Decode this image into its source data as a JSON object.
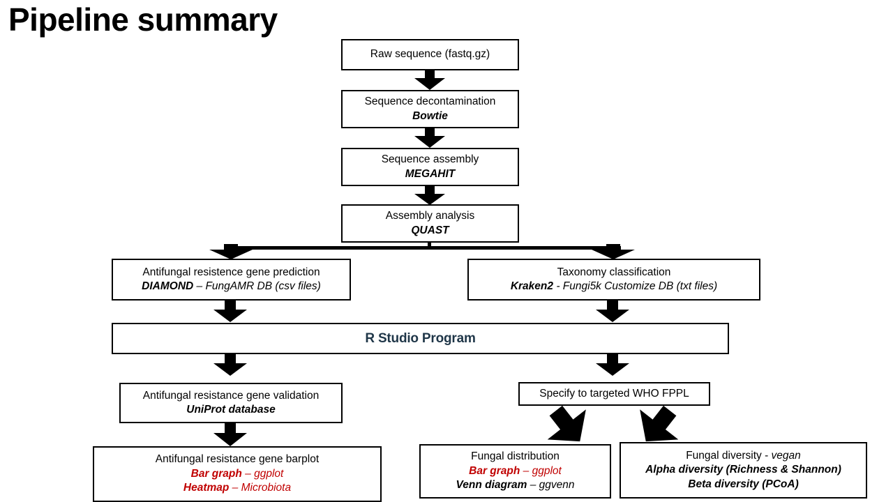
{
  "slide": {
    "title": "Pipeline summary",
    "background": "#ffffff",
    "accent_navy": "#1F3648",
    "accent_red": "#C00000"
  },
  "nodes": {
    "raw_sequence": {
      "line1": "Raw sequence (fastq.gz)"
    },
    "decontamination": {
      "line1": "Sequence decontamination",
      "line2": "Bowtie"
    },
    "assembly": {
      "line1": "Sequence assembly",
      "line2": "MEGAHIT"
    },
    "assembly_analysis": {
      "line1": "Assembly analysis",
      "line2": "QUAST"
    },
    "amr_prediction": {
      "line1": "Antifungal resistence gene prediction",
      "line2_tool": "DIAMOND",
      "line2_rest": " – FungAMR DB (csv files)"
    },
    "taxonomy": {
      "line1": "Taxonomy classification",
      "line2_tool": "Kraken2",
      "line2_rest": " - Fungi5k Customize DB (txt files)"
    },
    "rstudio": {
      "line1": "R Studio Program"
    },
    "amr_validation": {
      "line1": "Antifungal resistance gene validation",
      "line2": "UniProt database"
    },
    "who_fppl": {
      "line1": "Specify to targeted WHO FPPL"
    },
    "amr_barplot": {
      "line1": "Antifungal resistance gene barplot",
      "line2_label": "Bar graph",
      "line2_rest": " – ggplot",
      "line3_label": "Heatmap",
      "line3_rest": " – Microbiota"
    },
    "fungal_distribution": {
      "line1": "Fungal distribution",
      "line2_label": "Bar graph",
      "line2_rest": " – ggplot",
      "line3_label": "Venn diagram",
      "line3_rest": " – ggvenn"
    },
    "fungal_diversity": {
      "line1_prefix": "Fungal diversity - ",
      "line1_tool": "vegan",
      "line2": "Alpha diversity (Richness & Shannon)",
      "line3": "Beta diversity (PCoA)"
    }
  },
  "arrows": {
    "raw_to_decon": "down-arrow-icon",
    "decon_to_assembly": "down-arrow-icon",
    "assembly_to_quast": "down-arrow-icon",
    "quast_split_left": "down-arrow-icon",
    "quast_split_right": "down-arrow-icon",
    "amr_to_rstudio": "down-arrow-icon",
    "taxonomy_to_rstudio": "down-arrow-icon",
    "rstudio_to_validation": "down-arrow-icon",
    "rstudio_to_who": "down-arrow-icon",
    "validation_to_barplot": "down-arrow-icon",
    "who_to_distribution": "down-left-arrow-icon",
    "who_to_diversity": "down-right-arrow-icon"
  }
}
